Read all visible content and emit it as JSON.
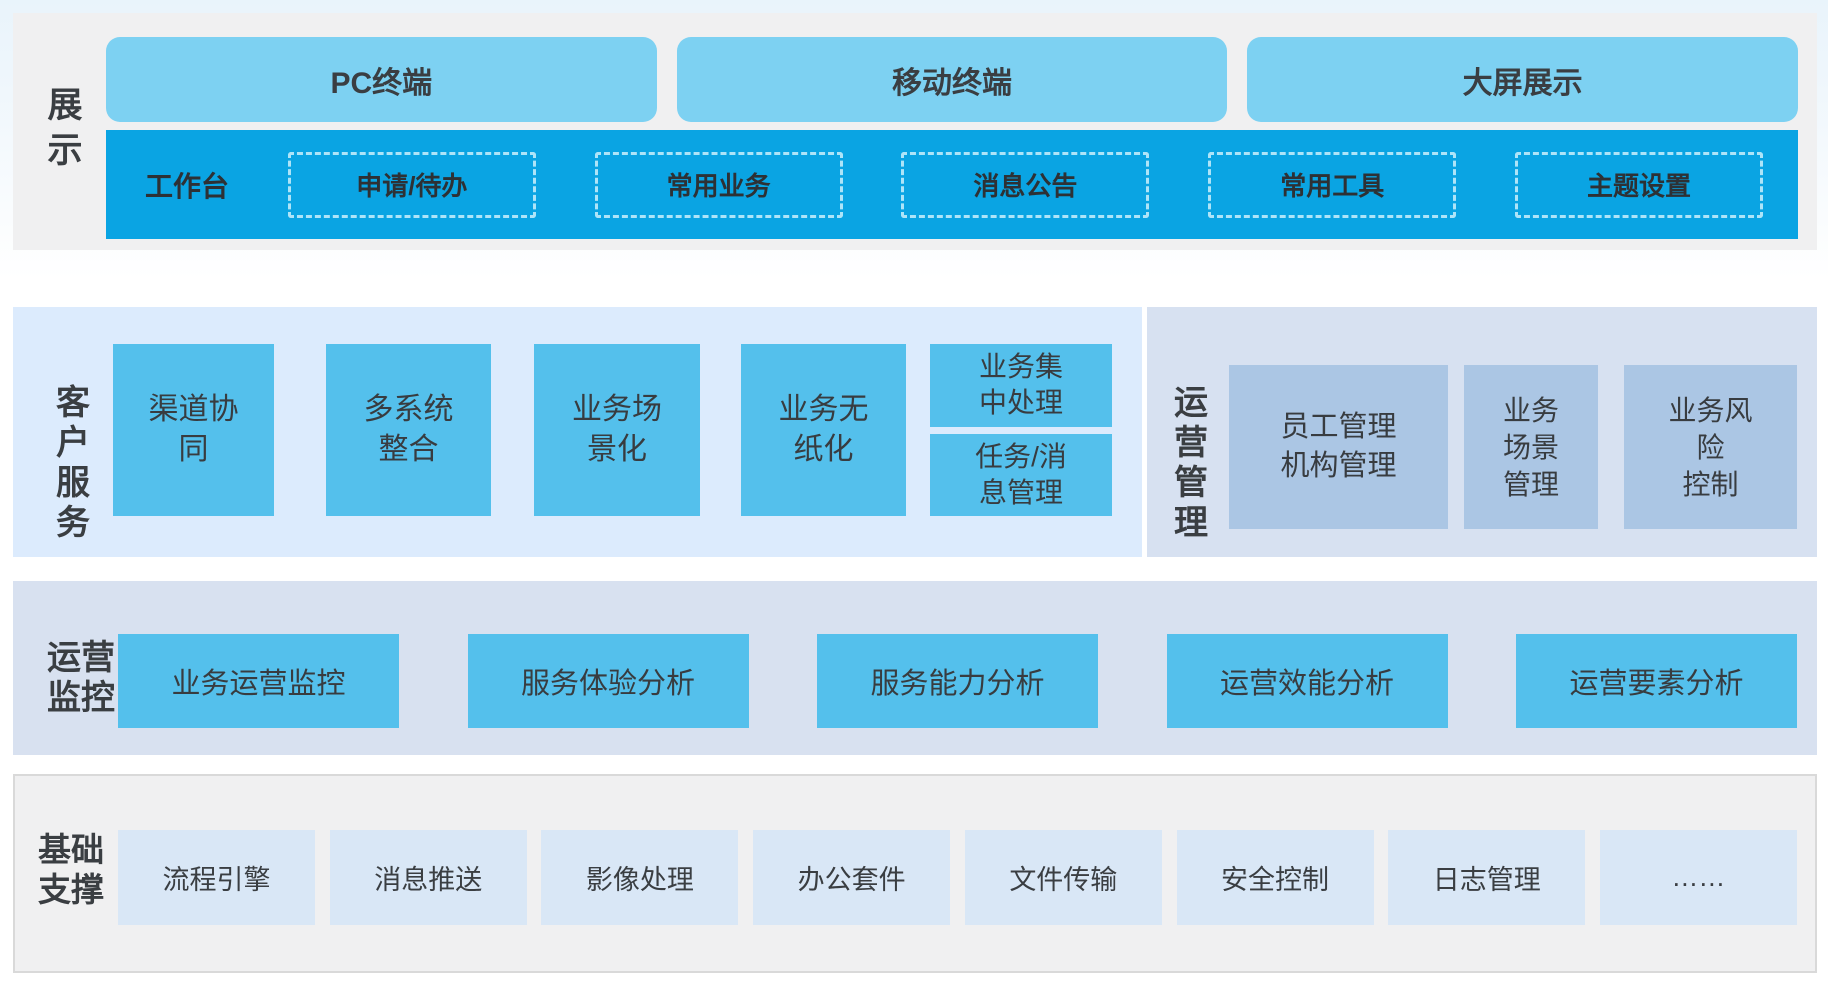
{
  "display_section": {
    "label": "展\n示",
    "terminals": [
      "PC终端",
      "移动终端",
      "大屏展示"
    ],
    "workbench": {
      "label": "工作台",
      "items": [
        "申请/待办",
        "常用业务",
        "消息公告",
        "常用工具",
        "主题设置"
      ]
    }
  },
  "customer_service_section": {
    "label": "客\n户\n服\n务",
    "boxes": [
      "渠道协\n同",
      "多系统\n整合",
      "业务场\n景化",
      "业务无\n纸化"
    ],
    "stacked_boxes": [
      "业务集\n中处理",
      "任务/消\n息管理"
    ]
  },
  "operation_mgmt_section": {
    "label": "运\n营\n管\n理",
    "boxes": [
      "员工管理\n机构管理",
      "业务\n场景\n管理",
      "业务风\n险\n控制"
    ]
  },
  "operation_monitor_section": {
    "label": "运营\n监控",
    "boxes": [
      "业务运营监控",
      "服务体验分析",
      "服务能力分析",
      "运营效能分析",
      "运营要素分析"
    ]
  },
  "base_support_section": {
    "label": "基础\n支撑",
    "boxes": [
      "流程引擎",
      "消息推送",
      "影像处理",
      "办公套件",
      "文件传输",
      "安全控制",
      "日志管理",
      "……"
    ]
  },
  "colors": {
    "accent_azure": "#0aa4e3",
    "light_sky": "#7dd1f2",
    "bright_box_blue": "#54c0ec",
    "customer_panel_bg": "#dcebfd",
    "ops_panel_bg": "#d7e1f1",
    "monitor_panel_bg": "#d8e1f0",
    "muted_box_blue": "#abc6e4",
    "gray_panel_bg": "#f0f0f1",
    "base_box_bg": "#d9e7f6",
    "text_dark": "#383c40"
  }
}
